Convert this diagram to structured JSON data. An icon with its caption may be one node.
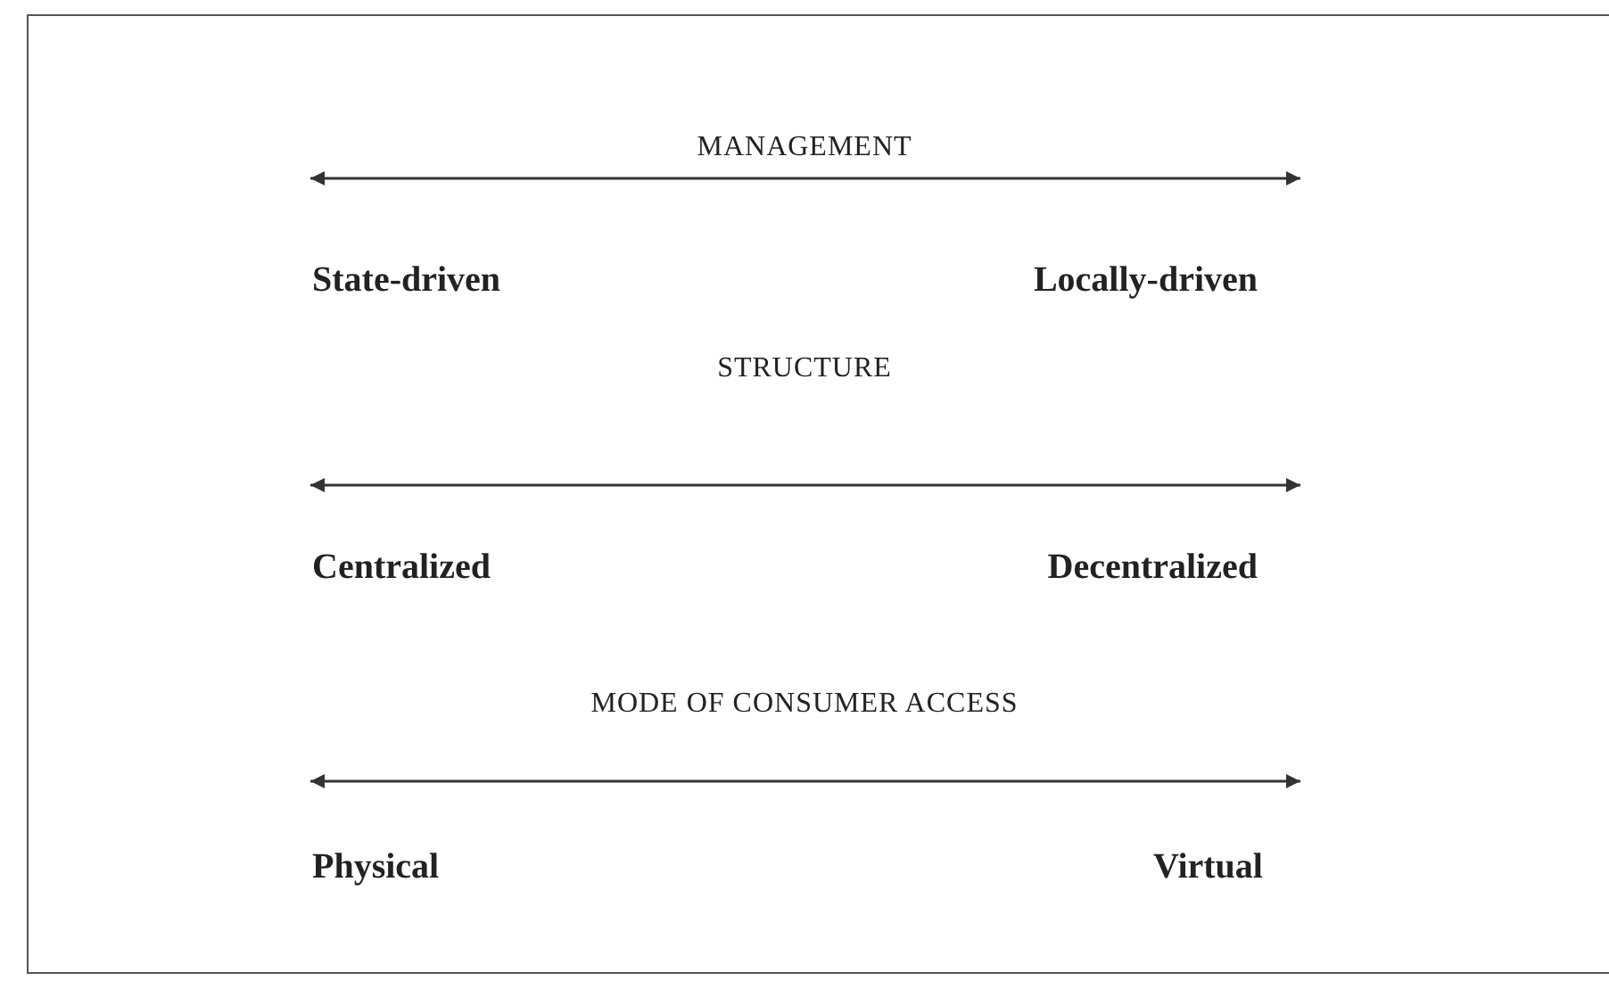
{
  "diagram": {
    "labels": [
      "MANAGEMENT",
      "State-driven",
      "Locally-driven",
      "STRUCTURE",
      "Centralized",
      "Decentralized",
      "MODE OF CONSUMER ACCESS",
      "Physical",
      "Virtual"
    ]
  }
}
